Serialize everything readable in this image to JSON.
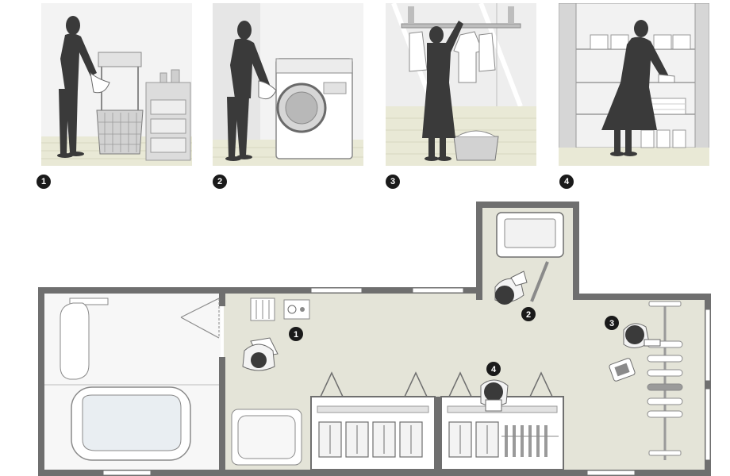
{
  "steps": [
    {
      "number": "1",
      "icon": "laundry-basket-icon"
    },
    {
      "number": "2",
      "icon": "washing-machine-icon"
    },
    {
      "number": "3",
      "icon": "hanging-rail-icon"
    },
    {
      "number": "4",
      "icon": "storage-shelf-icon"
    }
  ],
  "colors": {
    "wall": "#6f6f6f",
    "floor": "#e4e4d8",
    "bath_floor": "#f7f7f7",
    "figure": "#3a3a3a",
    "panel_bg": "#f3f3f3",
    "floorboard": "#e9e9d6",
    "badge": "#1a1a1a"
  }
}
